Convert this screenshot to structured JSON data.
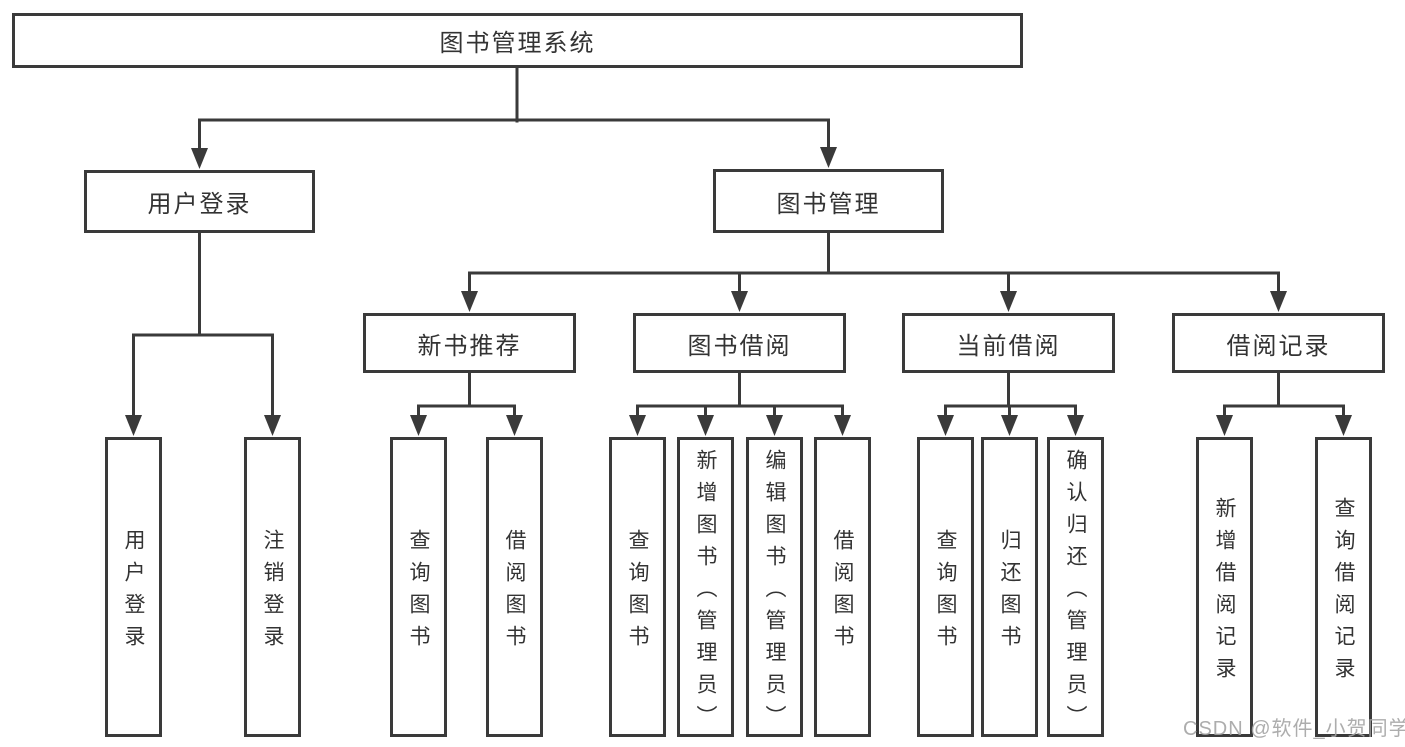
{
  "diagram": {
    "root": "图书管理系统",
    "user_branch": {
      "label": "用户登录",
      "leaves": [
        "用户登录",
        "注销登录"
      ]
    },
    "mgmt_branch": {
      "label": "图书管理",
      "children": {
        "recommend": {
          "label": "新书推荐",
          "leaves": [
            "查询图书",
            "借阅图书"
          ]
        },
        "borrow": {
          "label": "图书借阅",
          "leaves": [
            "查询图书",
            "新增图书（管理员）",
            "编辑图书（管理员）",
            "借阅图书"
          ]
        },
        "current": {
          "label": "当前借阅",
          "leaves": [
            "查询图书",
            "归还图书",
            "确认归还（管理员）"
          ]
        },
        "records": {
          "label": "借阅记录",
          "leaves": [
            "新增借阅记录",
            "查询借阅记录"
          ]
        }
      }
    }
  },
  "watermark": "CSDN @软件_小贺同学",
  "colors": {
    "line": "#3a3a3a",
    "text": "#333333",
    "watermark": "#a4a4a4",
    "background": "#ffffff"
  }
}
